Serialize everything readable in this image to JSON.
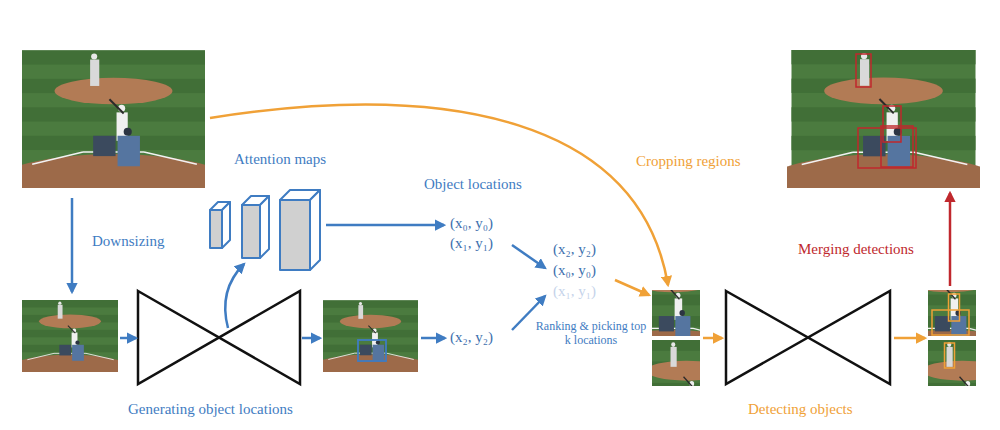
{
  "diagram": {
    "labels": [
      "Attention maps",
      "Object locations",
      "(x₀, y₀)",
      "(x₁, y₁)",
      "Cropping regions",
      "(x₂, y₂)",
      "(x₀, y₀)",
      "(x₁, y₁)",
      "Downsizing",
      "Merging detections",
      "(x₂, y₂)",
      "Ranking & picking top k locations",
      "Generating object locations",
      "Detecting objects"
    ]
  }
}
